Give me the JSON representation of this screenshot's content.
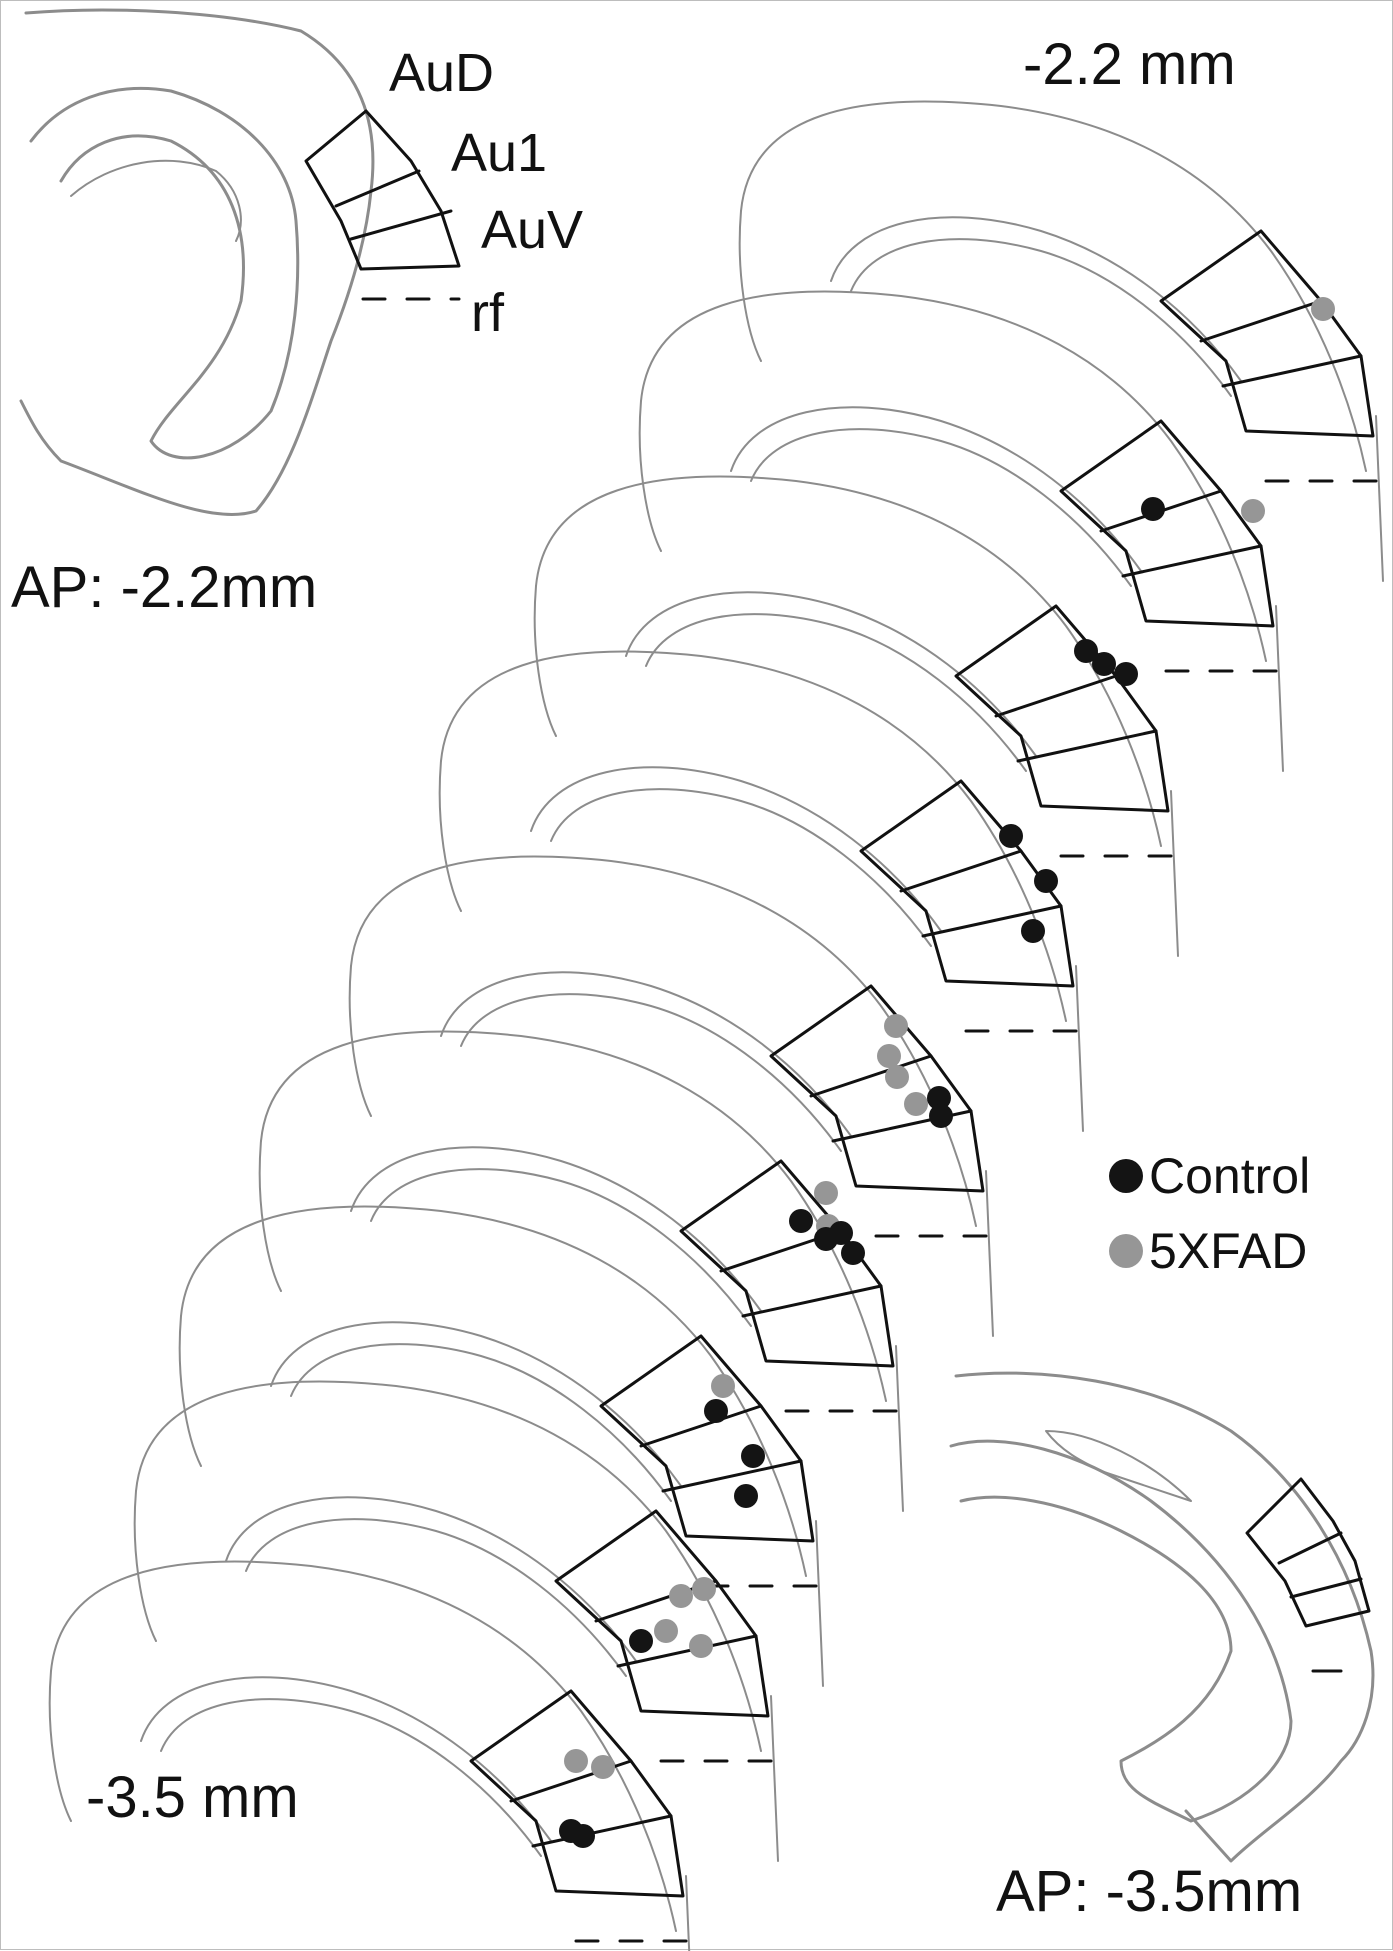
{
  "labels": {
    "top_level": "-2.2 mm",
    "bottom_level": "-3.5 mm",
    "ap_top": "AP: -2.2mm",
    "ap_bottom": "AP: -3.5mm"
  },
  "regions": [
    "AuD",
    "Au1",
    "AuV",
    "rf"
  ],
  "legend": [
    {
      "label": "Control",
      "color": "#141414"
    },
    {
      "label": "5XFAD",
      "color": "#969696"
    }
  ],
  "colors": {
    "outline": "#8c8c8c",
    "region_border": "#111111",
    "control": "#141414",
    "fxfad": "#969696"
  },
  "sections": [
    {
      "control": 0,
      "fxfad": 1
    },
    {
      "control": 1,
      "fxfad": 1
    },
    {
      "control": 3,
      "fxfad": 0
    },
    {
      "control": 3,
      "fxfad": 0
    },
    {
      "control": 2,
      "fxfad": 4
    },
    {
      "control": 4,
      "fxfad": 2
    },
    {
      "control": 3,
      "fxfad": 1
    },
    {
      "control": 1,
      "fxfad": 4
    },
    {
      "control": 2,
      "fxfad": 2
    }
  ]
}
